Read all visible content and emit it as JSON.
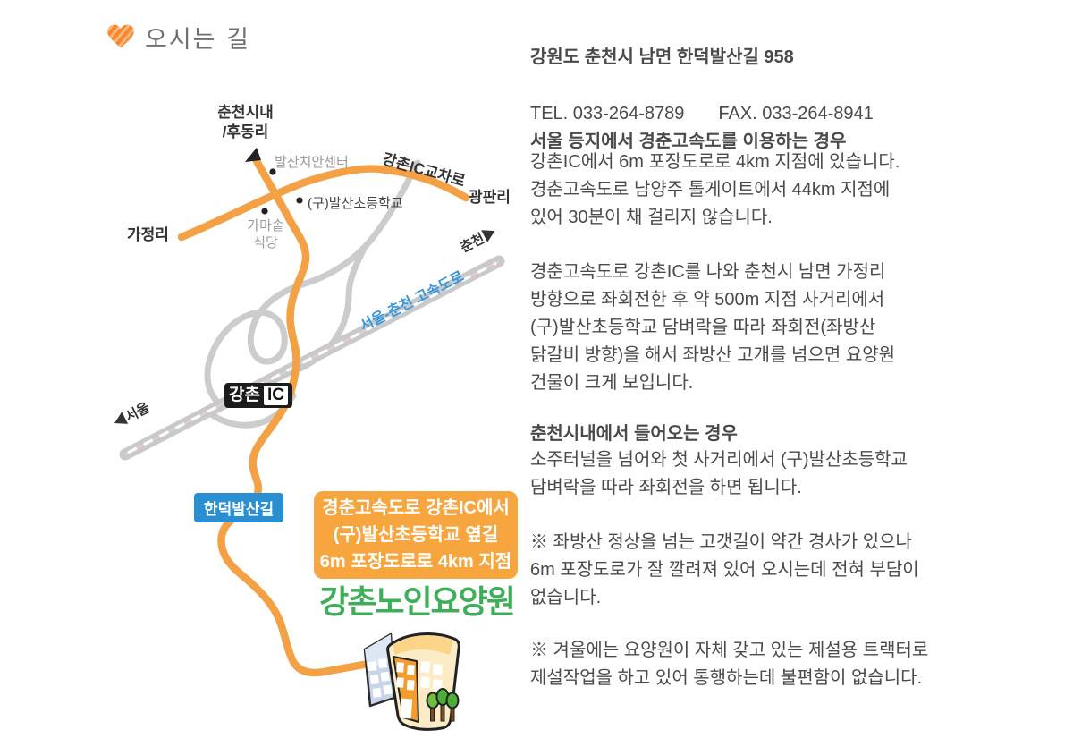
{
  "header": {
    "title": "오시는 길"
  },
  "contact": {
    "address": "강원도 춘천시 남면 한덕발산길 958",
    "tel": "TEL. 033-264-8789",
    "fax": "FAX. 033-264-8941"
  },
  "directions": {
    "section1_heading": "서울 등지에서 경춘고속도를 이용하는 경우",
    "section1_body": "강촌IC에서 6m 포장도로로 4km 지점에 있습니다.\n경춘고속도로 남양주 톨게이트에서 44km 지점에\n있어 30분이 채 걸리지 않습니다.",
    "section1_body2": "경춘고속도로 강촌IC를 나와 춘천시 남면 가정리\n방향으로 좌회전한 후 약 500m 지점 사거리에서\n(구)발산초등학교 담벼락을 따라 좌회전(좌방산\n닭갈비 방향)을 해서 좌방산 고개를 넘으면 요양원\n건물이 크게 보입니다.",
    "section2_heading": "춘천시내에서 들어오는 경우",
    "section2_body": "소주터널을 넘어와 첫 사거리에서 (구)발산초등학교\n담벼락을 따라 좌회전을 하면 됩니다.",
    "note1": "※ 좌방산 정상을 넘는 고갯길이 약간 경사가 있으나\n6m 포장도로가 잘 깔려져 있어 오시는데 전혀 부담이\n없습니다.",
    "note2": "※ 겨울에는 요양원이 자체 갖고 있는 제설용 트랙터로\n제설작업을 하고 있어 통행하는데 불편함이 없습니다."
  },
  "map": {
    "destination_top": "춘천시내\n/후동리",
    "police_station": "발산치안센터",
    "old_school": "(구)발산초등학교",
    "restaurant": "가마솥\n식당",
    "village_left": "가정리",
    "ic_junction": "강촌IC교차로",
    "village_right": "광판리",
    "to_chuncheon": "춘천▶",
    "to_seoul": "◀서울",
    "highway_name": "서울-춘천 고속도로",
    "ic_badge_name": "강촌",
    "ic_badge_suffix": "IC",
    "road_name_badge": "한덕발산길",
    "callout": "경춘고속도로 강촌IC에서\n(구)발산초등학교 옆길\n6m 포장도로로 4km 지점",
    "facility_name": "강촌노인요양원"
  },
  "colors": {
    "road_orange": "#f4a145",
    "callout_orange": "#f6a53f",
    "heading_blue": "#2b8ed8",
    "badge_blue": "#2a8fd2",
    "highway_label_blue": "#3598dc",
    "contact_brown": "#c9804a",
    "facility_green": "#3fae58",
    "road_gray": "#c9c9c9"
  }
}
